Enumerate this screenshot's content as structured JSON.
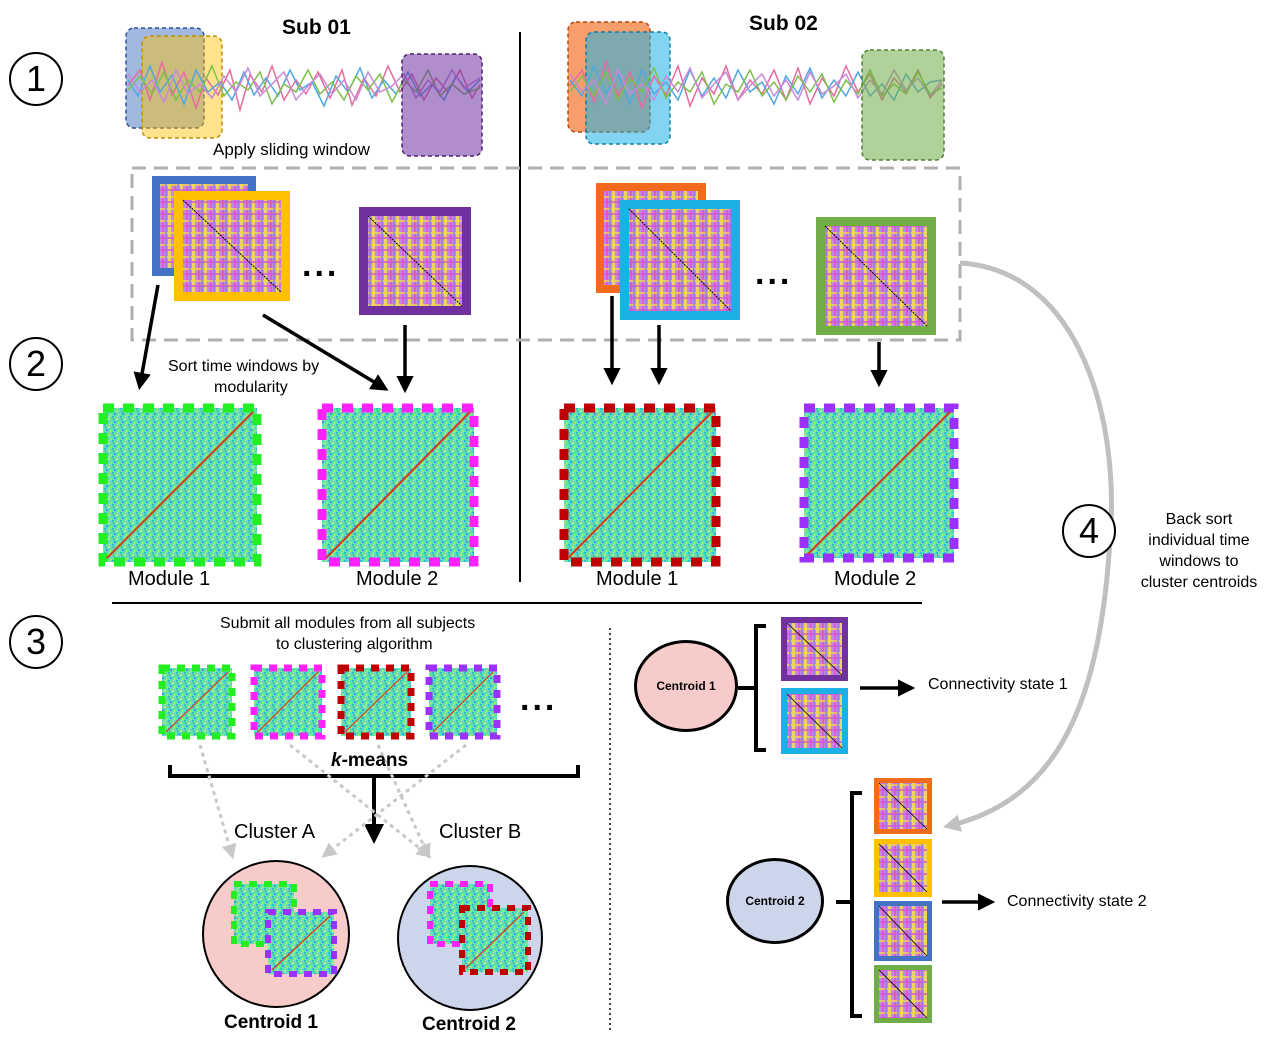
{
  "steps": [
    "1",
    "2",
    "3",
    "4"
  ],
  "subjects": {
    "sub01": "Sub 01",
    "sub02": "Sub 02"
  },
  "labels": {
    "sliding_window": "Apply sliding window",
    "sort_line1": "Sort time windows by",
    "sort_line2": "modularity",
    "module1": "Module 1",
    "module2": "Module 2",
    "submit_line1": "Submit all modules from all subjects",
    "submit_line2": "to clustering algorithm",
    "kmeans_k": "k",
    "kmeans_rest": "-means",
    "cluster_a": "Cluster A",
    "cluster_b": "Cluster B",
    "centroid1": "Centroid 1",
    "centroid2": "Centroid 2",
    "back_sort_1": "Back sort",
    "back_sort_2": "individual time",
    "back_sort_3": "windows to",
    "back_sort_4": "cluster centroids",
    "conn_state1": "Connectivity state 1",
    "conn_state2": "Connectivity state 2",
    "ellipsis": "..."
  },
  "colors": {
    "window_blue": "#4472c4",
    "window_yellow": "#ffc000",
    "window_purple": "#7030a0",
    "window_orange": "#f26b1d",
    "window_cyan": "#1cb0e6",
    "window_green": "#70ad47",
    "module_green": "#22ee22",
    "module_magenta": "#ff22ff",
    "module_darkred": "#c00000",
    "module_violet": "#9b30ff",
    "centroid1_fill": "#f8cbcb",
    "centroid2_fill": "#cdd5ea",
    "arrow_gray": "#c0c0c0",
    "dashed_gray": "#b0b0b0"
  }
}
